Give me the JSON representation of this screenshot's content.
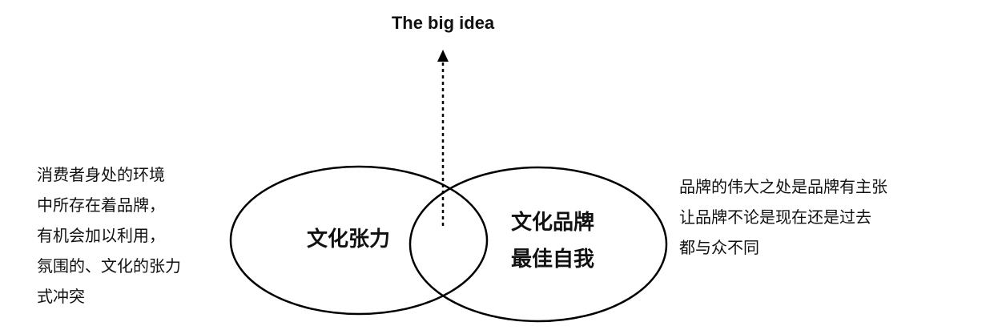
{
  "title": "The big idea",
  "left_circle": {
    "label": "文化张力"
  },
  "right_circle": {
    "lines": [
      "文化品牌",
      "最佳自我"
    ]
  },
  "left_note": {
    "lines": [
      "消费者身处的环境",
      "中所存在着品牌，",
      "有机会加以利用，",
      "氛围的、文化的张力",
      "式冲突"
    ]
  },
  "right_note": {
    "lines": [
      "品牌的伟大之处是品牌有主张",
      "让品牌不论是现在还是过去",
      "都与众不同"
    ]
  },
  "colors": {
    "stroke": "#000000",
    "background": "#ffffff"
  }
}
